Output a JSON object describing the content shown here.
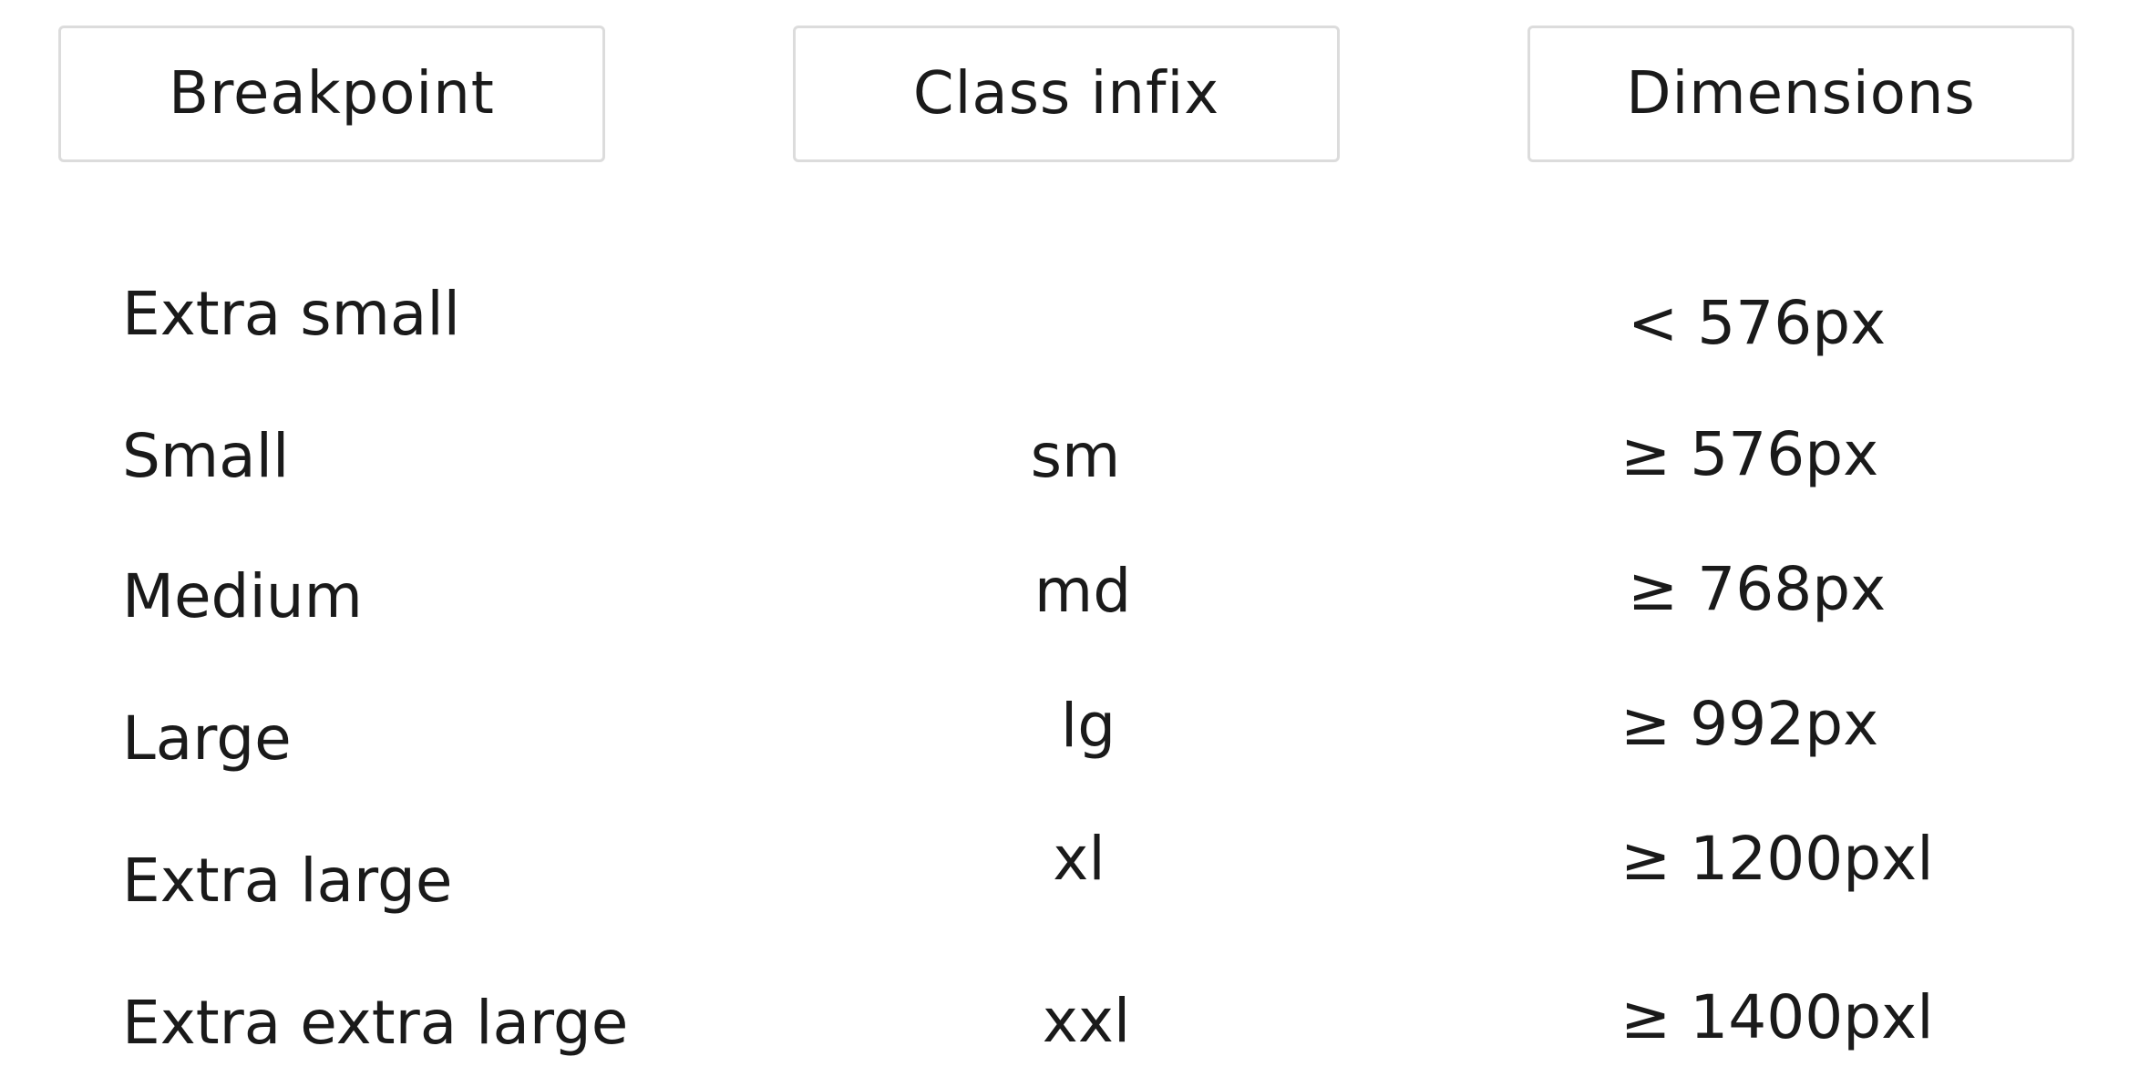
{
  "table": {
    "headers": [
      "Breakpoint",
      "Class infix",
      "Dimensions"
    ],
    "rows": [
      {
        "breakpoint": "Extra small",
        "infix": "",
        "dimensions": "< 576px"
      },
      {
        "breakpoint": "Small",
        "infix": "sm",
        "dimensions": "≥ 576px"
      },
      {
        "breakpoint": "Medium",
        "infix": "md",
        "dimensions": "≥ 768px"
      },
      {
        "breakpoint": "Large",
        "infix": "lg",
        "dimensions": "≥ 992px"
      },
      {
        "breakpoint": "Extra large",
        "infix": "xl",
        "dimensions": "≥  1200pxl"
      },
      {
        "breakpoint": "Extra extra large",
        "infix": "xxl",
        "dimensions": "≥  1400pxl"
      }
    ]
  },
  "colors": {
    "text": "#1a1a1a",
    "header_border": "#dcdcdc",
    "background": "#ffffff"
  }
}
